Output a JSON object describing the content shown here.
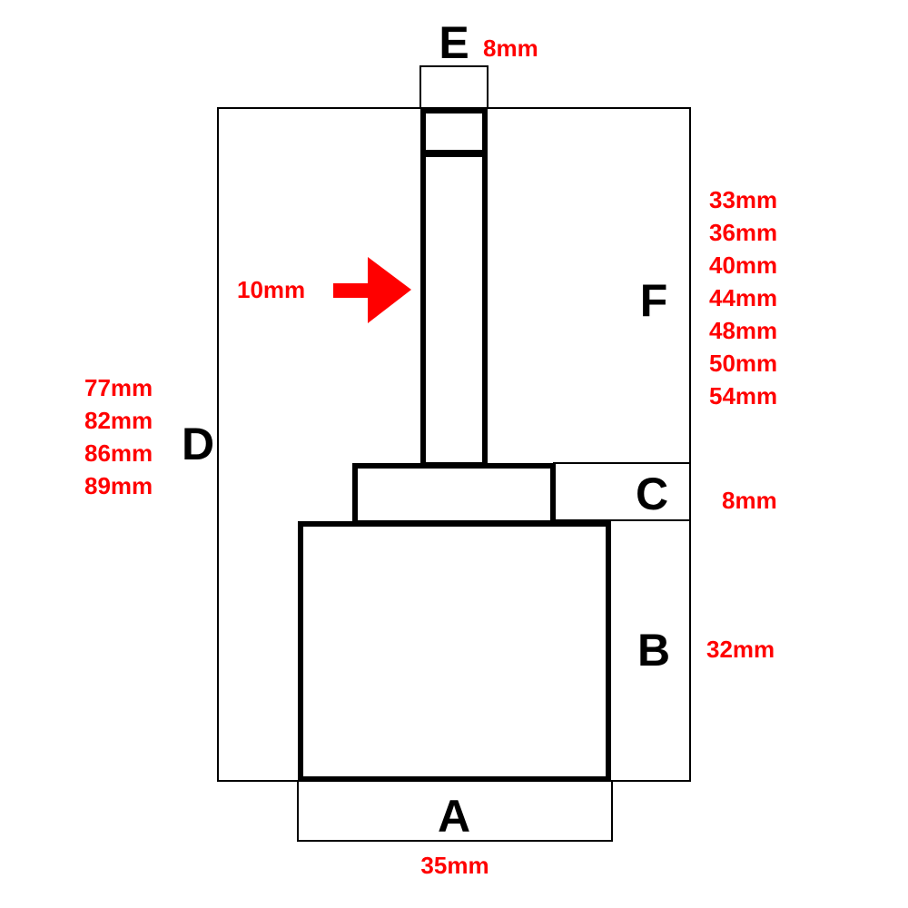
{
  "labels": {
    "a": "A",
    "b": "B",
    "c": "C",
    "d": "D",
    "e": "E",
    "f": "F"
  },
  "dimensions": {
    "a": "35mm",
    "b": "32mm",
    "c": "8mm",
    "e": "8mm",
    "stem": "10mm",
    "d": [
      "77mm",
      "82mm",
      "86mm",
      "89mm"
    ],
    "f": [
      "33mm",
      "36mm",
      "40mm",
      "44mm",
      "48mm",
      "50mm",
      "54mm"
    ]
  },
  "colors": {
    "dimension": "#ff0000",
    "outline": "#000000"
  }
}
